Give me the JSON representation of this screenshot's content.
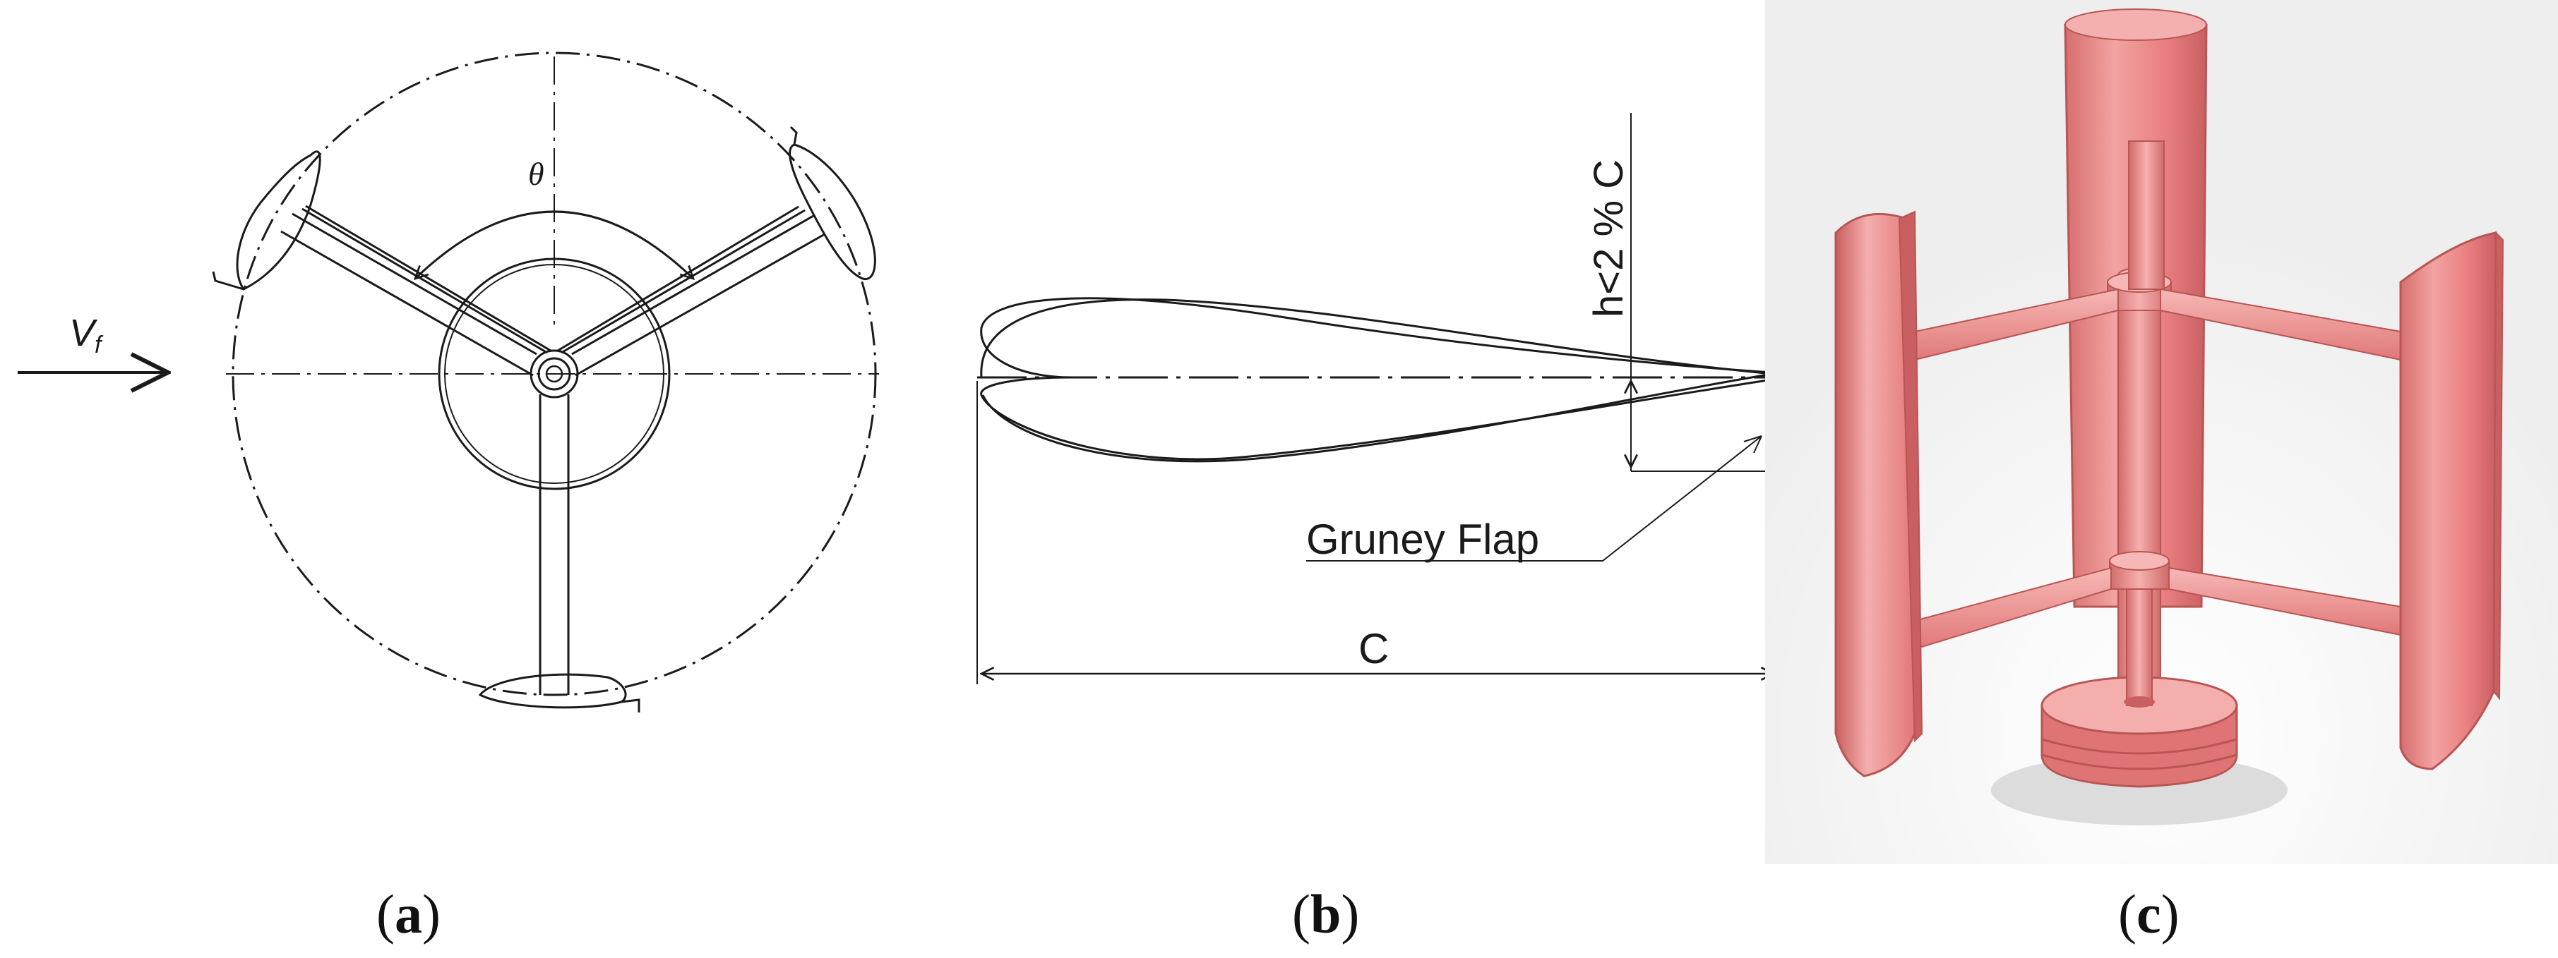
{
  "panel_a": {
    "angle_label": "θ",
    "velocity_symbol": "V",
    "velocity_subscript": "f",
    "caption_open": "(",
    "caption_letter": "a",
    "caption_close": ")"
  },
  "panel_b": {
    "height_label": "h<2 % C",
    "flap_label": "Gruney Flap",
    "chord_label": "C",
    "caption_open": "(",
    "caption_letter": "b",
    "caption_close": ")"
  },
  "panel_c": {
    "caption_open": "(",
    "caption_letter": "c",
    "caption_close": ")",
    "render_color": "#e98080",
    "render_shade": "#c95f60",
    "render_highlight": "#f7b3b1"
  }
}
